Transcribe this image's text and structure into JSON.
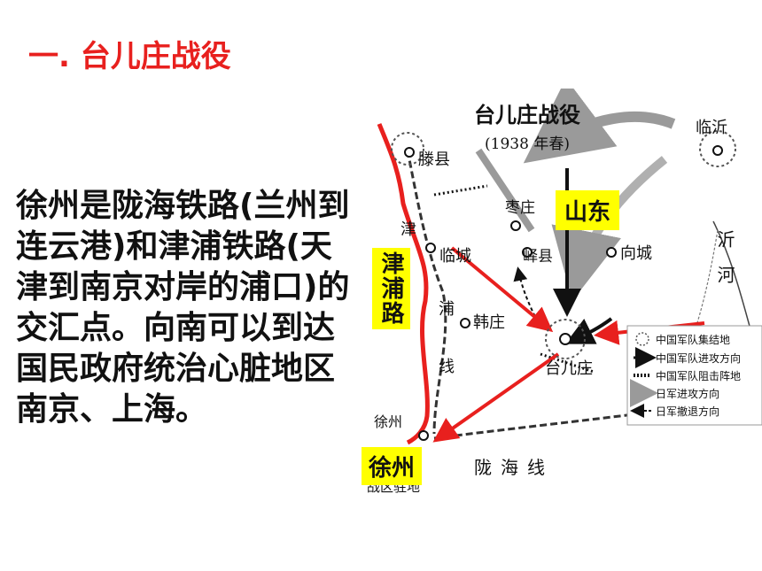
{
  "slide": {
    "title": "一. 台儿庄战役",
    "body": "徐州是陇海铁路(兰州到连云港)和津浦铁路(天津到南京对岸的浦口)的交汇点。向南可以到达国民政府统治心脏地区南京、上海。"
  },
  "map": {
    "title": "台儿庄战役",
    "subtitle": "(1938 年春)",
    "places": {
      "tengxian": "滕县",
      "linyi": "临沂",
      "zaozhuang": "枣庄",
      "yixian": "峄县",
      "xiangcheng": "向城",
      "lincheng": "临城",
      "hanzhuang": "韩庄",
      "taierzhuang": "台儿庄",
      "xuzhou": "徐州",
      "yi_river": "沂河",
      "jin": "津",
      "pu": "浦",
      "xian": "线",
      "longhai": "陇海线",
      "war_zone": "战区驻地"
    },
    "overlay_labels": {
      "shandong": "山东",
      "jinpu_road": "津浦路",
      "xuzhou": "徐州"
    },
    "legend": [
      {
        "icon": "dotted-circle-icon",
        "label": "中国军队集结地"
      },
      {
        "icon": "black-arrow-icon",
        "label": "中国军队进攻方向"
      },
      {
        "icon": "block-line-icon",
        "label": "中国军队阻击阵地"
      },
      {
        "icon": "gray-arrow-icon",
        "label": "日军进攻方向"
      },
      {
        "icon": "dashed-arrow-icon",
        "label": "日军撤退方向"
      }
    ],
    "colors": {
      "annotation_red": "#e8201e",
      "label_yellow": "#ffff00",
      "japanese_gray": "#9a9a9a"
    }
  }
}
